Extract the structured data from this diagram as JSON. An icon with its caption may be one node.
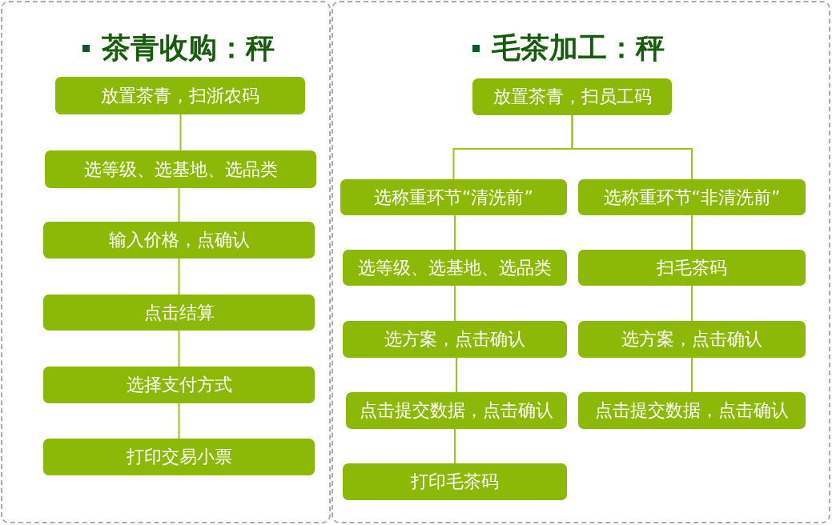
{
  "diagram": {
    "nodes": [
      {
        "text": [
          "茶青收购：秤"
        ]
      },
      {
        "text": [
          "放置茶青，扫浙农码"
        ],
        "in": 0
      },
      {
        "text": [
          "选等级、选基地、选品类"
        ],
        "in": 0
      },
      {
        "text": [
          "输入价格，点确认"
        ],
        "in": 0
      },
      {
        "text": [
          "点击结算"
        ],
        "in": 0
      },
      {
        "text": [
          "选择支付方式"
        ],
        "in": 0
      },
      {
        "text": [
          "打印交易小票"
        ],
        "in": 0
      },
      {
        "text": [
          "毛茶加工：秤"
        ]
      },
      {
        "text": [
          "放置茶青，扫员工码"
        ],
        "in": 7
      },
      {
        "text": [
          "选称重环节“清洗前”"
        ],
        "in": 7
      },
      {
        "text": [
          "选称重环节“非清洗前”"
        ],
        "in": 7
      },
      {
        "text": [
          "选等级、选基地、选品类"
        ],
        "in": 7
      },
      {
        "text": [
          "扫毛茶码"
        ],
        "in": 7
      },
      {
        "text": [
          "选方案，点击确认"
        ],
        "in": 7
      },
      {
        "text": [
          "选方案，点击确认"
        ],
        "in": 7
      },
      {
        "text": [
          "点击提交数据，点击确认"
        ],
        "in": 7
      },
      {
        "text": [
          "点击提交数据，点击确认"
        ],
        "in": 7
      },
      {
        "text": [
          "打印毛茶码"
        ],
        "in": 7
      }
    ],
    "edges": [
      {
        "from": 1,
        "to": 2,
        "arrow": "none"
      },
      {
        "from": 2,
        "to": 3,
        "arrow": "none"
      },
      {
        "from": 3,
        "to": 4,
        "arrow": "none"
      },
      {
        "from": 4,
        "to": 5,
        "arrow": "none"
      },
      {
        "from": 5,
        "to": 6,
        "arrow": "none"
      },
      {
        "from": 8,
        "to": 9,
        "arrow": "none"
      },
      {
        "from": 8,
        "to": 10,
        "arrow": "none"
      },
      {
        "from": 9,
        "to": 11,
        "arrow": "none"
      },
      {
        "from": 11,
        "to": 13,
        "arrow": "none"
      },
      {
        "from": 13,
        "to": 15,
        "arrow": "none"
      },
      {
        "from": 15,
        "to": 17,
        "arrow": "none"
      },
      {
        "from": 10,
        "to": 12,
        "arrow": "none"
      },
      {
        "from": 12,
        "to": 14,
        "arrow": "none"
      },
      {
        "from": 14,
        "to": 16,
        "arrow": "none"
      }
    ]
  }
}
